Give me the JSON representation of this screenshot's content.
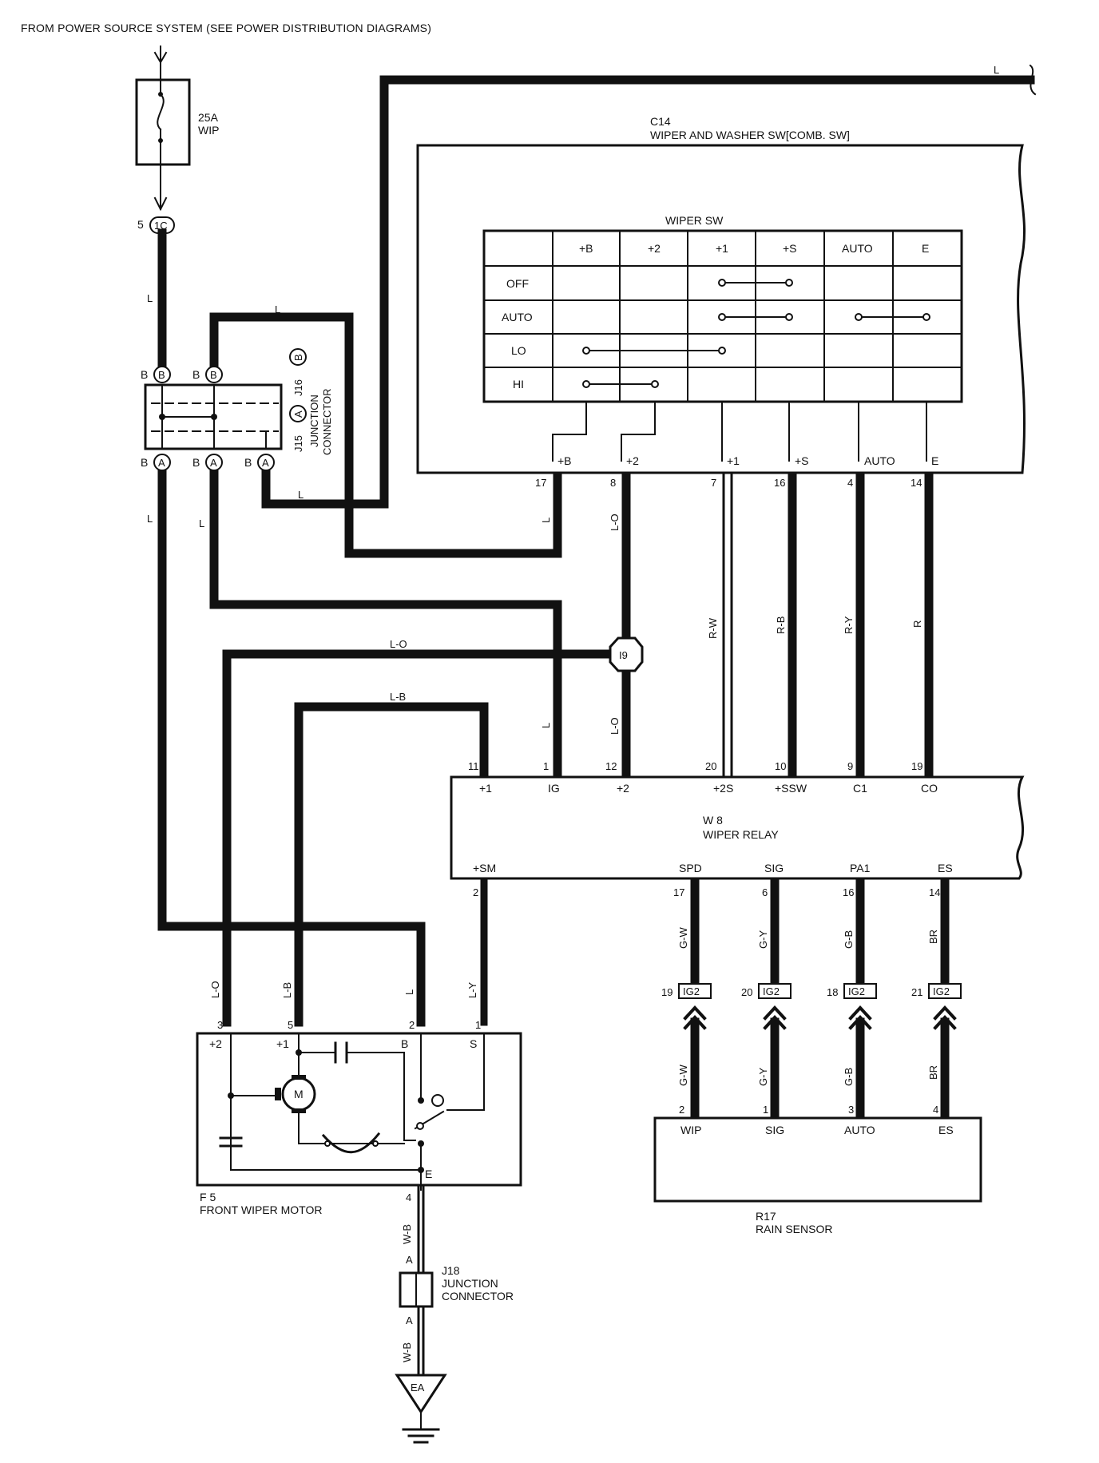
{
  "header": "FROM POWER SOURCE SYSTEM (SEE POWER DISTRIBUTION DIAGRAMS)",
  "fuse": {
    "rating": "25A",
    "name": "WIP"
  },
  "c14": {
    "id": "C14",
    "name": "WIPER AND WASHER SW[COMB.  SW]"
  },
  "wiper_sw": {
    "title": "WIPER SW",
    "columns": [
      "+B",
      "+2",
      "+1",
      "+S",
      "AUTO",
      "E"
    ],
    "rows": [
      "OFF",
      "AUTO",
      "LO",
      "HI"
    ],
    "connections": {
      "OFF": [
        [
          "+1",
          "+S"
        ]
      ],
      "AUTO": [
        [
          "+1",
          "+S"
        ],
        [
          "AUTO",
          "E"
        ]
      ],
      "LO": [
        [
          "+B",
          "+1"
        ]
      ],
      "HI": [
        [
          "+B",
          "+2"
        ]
      ]
    },
    "terminals": [
      {
        "label": "+B",
        "pin": "17",
        "wire": "L"
      },
      {
        "label": "+2",
        "pin": "8",
        "wire": "L-O"
      },
      {
        "label": "+1",
        "pin": "7",
        "wire": "R-W"
      },
      {
        "label": "+S",
        "pin": "16",
        "wire": "R-B"
      },
      {
        "label": "AUTO",
        "pin": "4",
        "wire": "R-Y"
      },
      {
        "label": "E",
        "pin": "14",
        "wire": "R"
      }
    ]
  },
  "junction_top": {
    "ids": [
      "J15",
      "J16"
    ],
    "pin_a": "A",
    "pin_b": "B",
    "label_line1": "JUNCTION",
    "label_line2": "CONNECTOR",
    "top_pins": [
      "B",
      "B"
    ],
    "bottom_pins": [
      "B",
      "B",
      "B"
    ]
  },
  "connector_1c": {
    "pin": "5",
    "code": "1C"
  },
  "connector_i9": {
    "code": "I9"
  },
  "w8": {
    "id": "W 8",
    "name": "WIPER RELAY",
    "top_terminals": [
      {
        "pin": "11",
        "label": "+1"
      },
      {
        "pin": "1",
        "label": "IG"
      },
      {
        "pin": "12",
        "label": "+2"
      },
      {
        "pin": "20",
        "label": "+2S"
      },
      {
        "pin": "10",
        "label": "+SSW"
      },
      {
        "pin": "9",
        "label": "C1"
      },
      {
        "pin": "19",
        "label": "CO"
      }
    ],
    "bottom_terminals": [
      {
        "pin": "2",
        "label": "+SM"
      },
      {
        "pin": "17",
        "label": "SPD"
      },
      {
        "pin": "6",
        "label": "SIG"
      },
      {
        "pin": "16",
        "label": "PA1"
      },
      {
        "pin": "14",
        "label": "ES"
      }
    ]
  },
  "wire_labels": {
    "l": "L",
    "lo": "L-O",
    "lb": "L-B",
    "ly": "L-Y",
    "gw": "G-W",
    "gy": "G-Y",
    "gb": "G-B",
    "br": "BR",
    "wb": "W-B"
  },
  "ig2": {
    "code": "IG2",
    "pins": [
      "19",
      "20",
      "18",
      "21"
    ]
  },
  "f5": {
    "id": "F 5",
    "name": "FRONT WIPER MOTOR",
    "pins": [
      "3",
      "5",
      "2",
      "1"
    ],
    "terminals": [
      "+2",
      "+1",
      "B",
      "S"
    ],
    "ground_terminal": "E",
    "ground_pin": "4",
    "motor": "M"
  },
  "r17": {
    "id": "R17",
    "name": "RAIN SENSOR",
    "pins": [
      "2",
      "1",
      "3",
      "4"
    ],
    "terminals": [
      "WIP",
      "SIG",
      "AUTO",
      "ES"
    ]
  },
  "j18": {
    "id": "J18",
    "label_line1": "JUNCTION",
    "label_line2": "CONNECTOR",
    "pin": "A"
  },
  "ground": {
    "code": "EA"
  }
}
